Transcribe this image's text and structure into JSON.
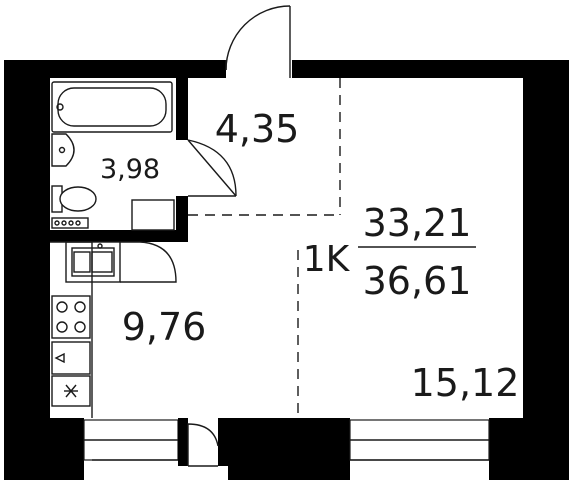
{
  "plan": {
    "apartment_type": "1K",
    "living_area": "33,21",
    "total_area": "36,61",
    "rooms": [
      {
        "id": "bathroom",
        "area": "3,98"
      },
      {
        "id": "hallway",
        "area": "4,35"
      },
      {
        "id": "kitchen",
        "area": "9,76"
      },
      {
        "id": "living-room",
        "area": "15,12"
      }
    ],
    "colors": {
      "wall": "#000000",
      "line": "#1a1a1a",
      "background": "#ffffff"
    }
  }
}
